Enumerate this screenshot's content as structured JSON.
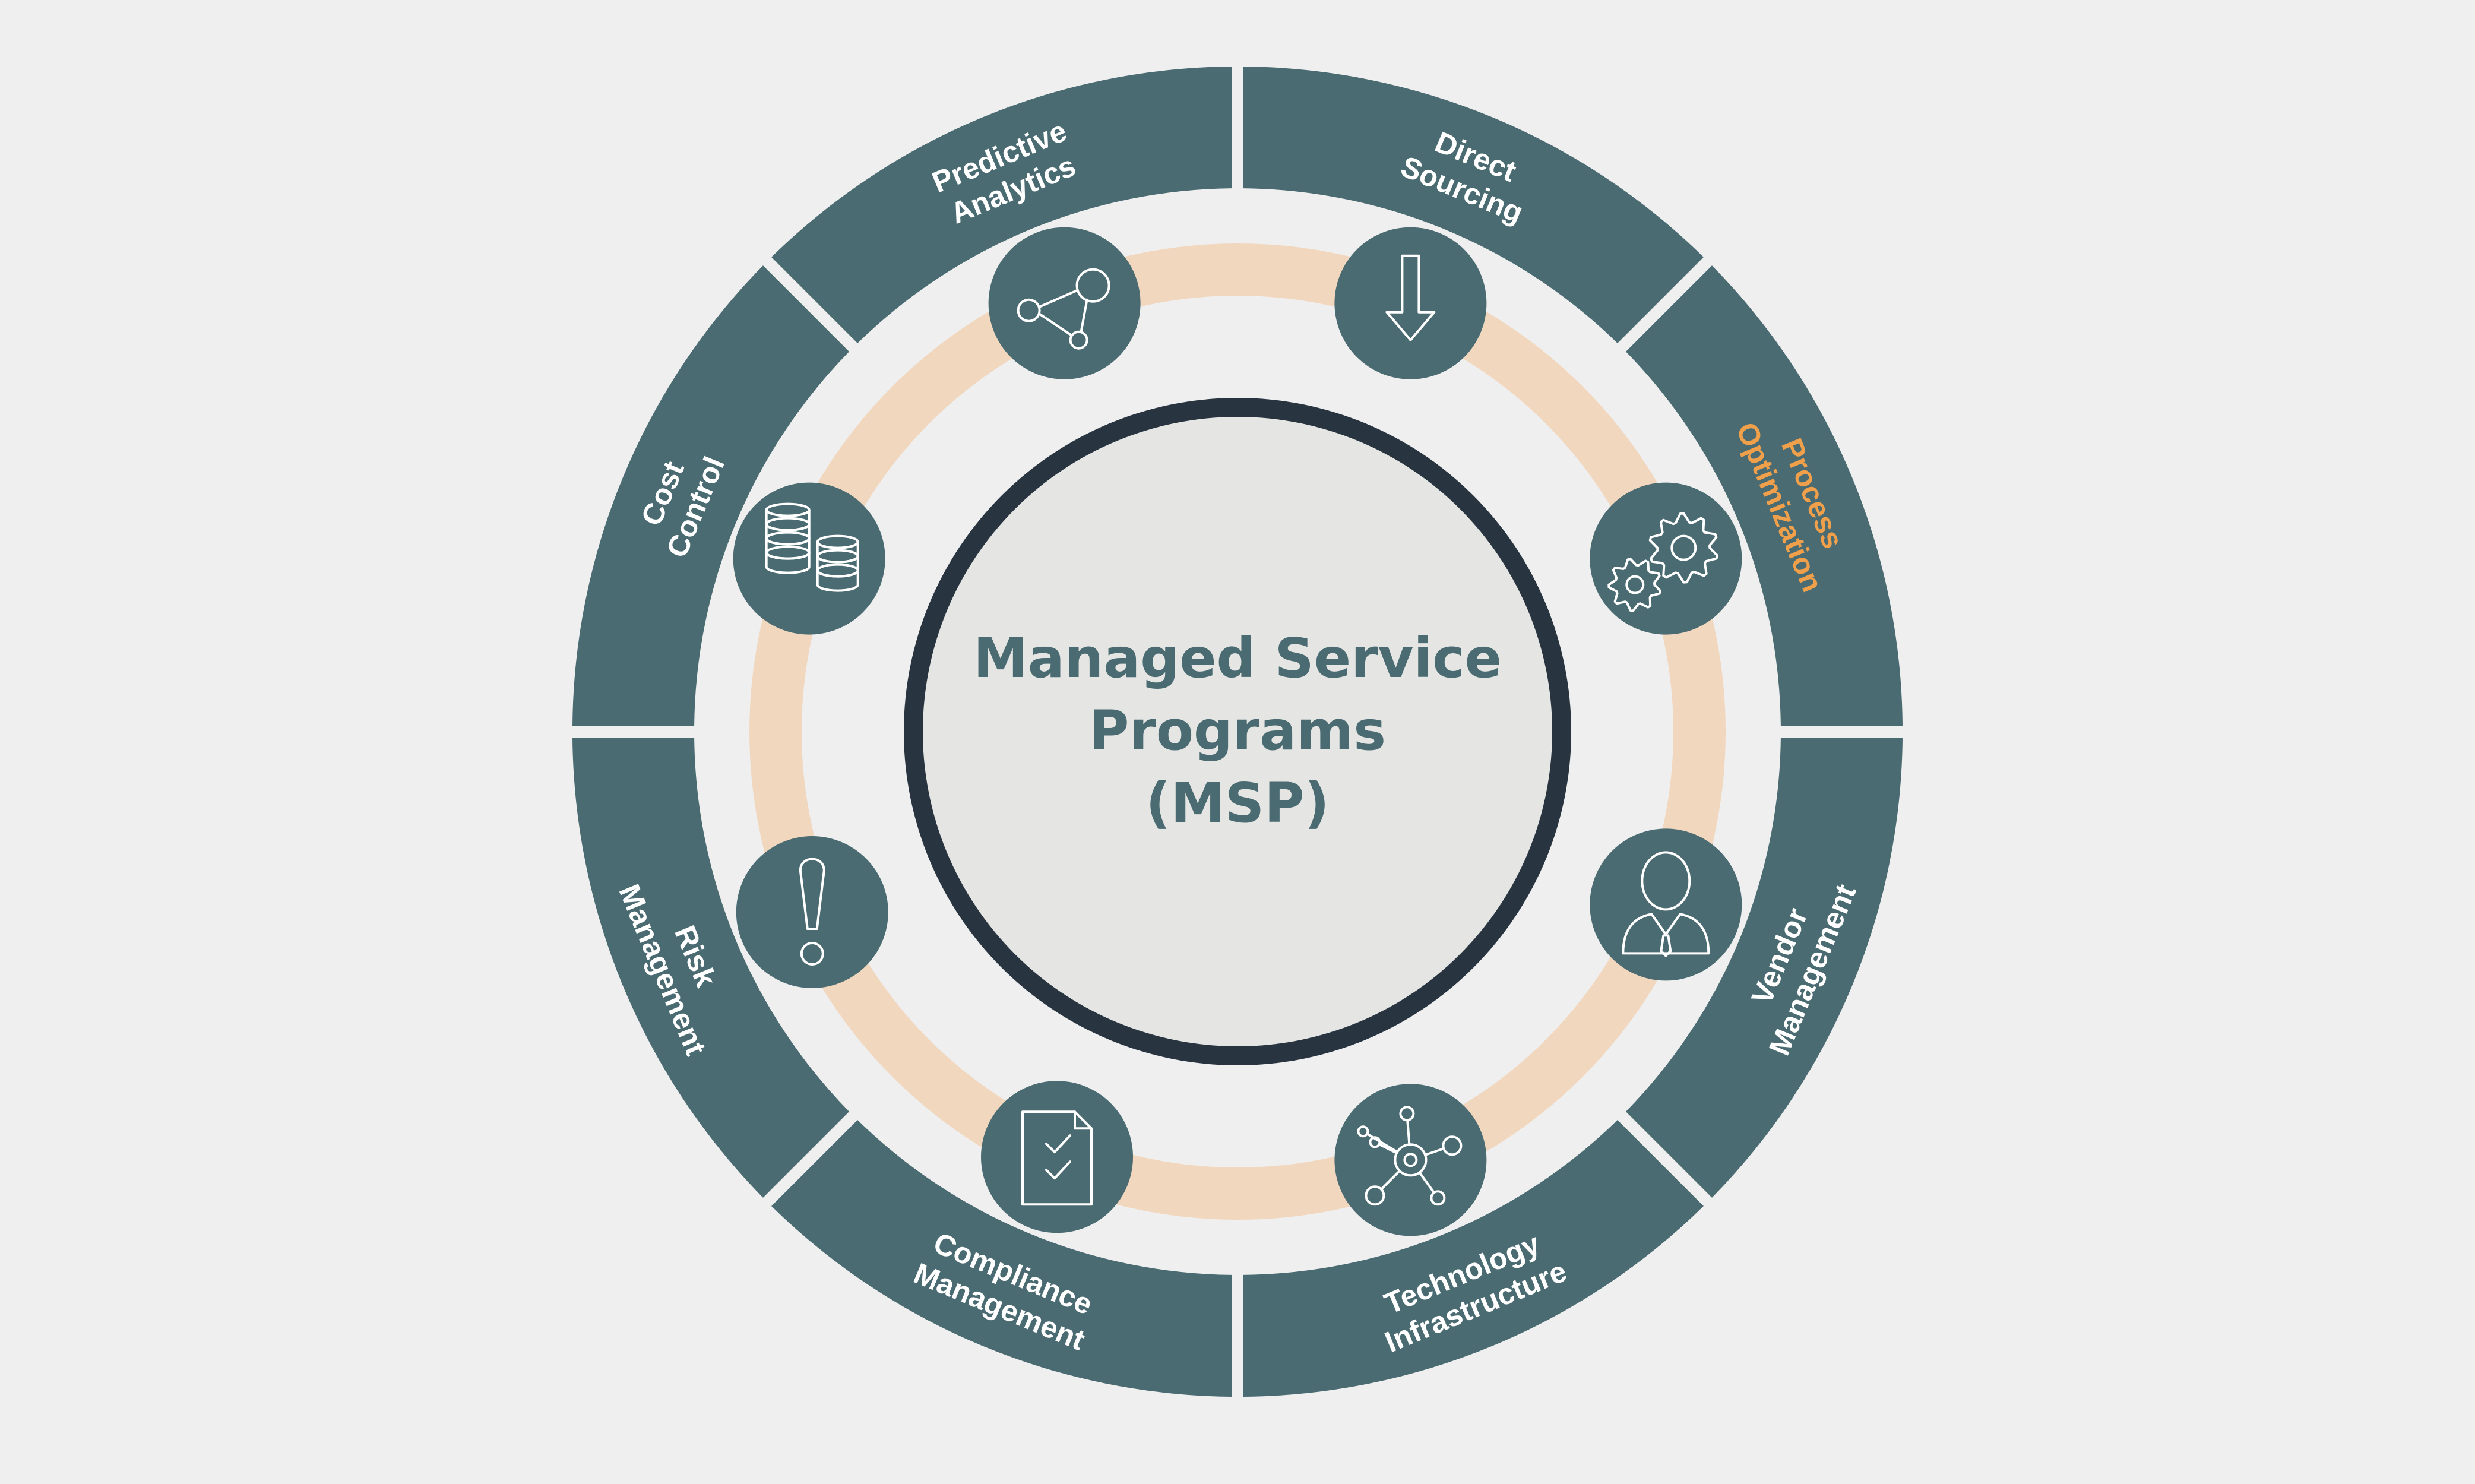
{
  "center": {
    "lines": [
      "Managed Service",
      "Programs",
      "(MSP)"
    ]
  },
  "segments": [
    {
      "id": "direct-sourcing",
      "lines": [
        "Direct",
        "Sourcing"
      ],
      "icon": "arrow-down-icon",
      "highlight": false
    },
    {
      "id": "process-optimization",
      "lines": [
        "Process",
        "Optimization"
      ],
      "icon": "gears-icon",
      "highlight": true
    },
    {
      "id": "vendor-management",
      "lines": [
        "Vendor",
        "Management"
      ],
      "icon": "person-icon",
      "highlight": false
    },
    {
      "id": "technology-infrastructure",
      "lines": [
        "Technology",
        "Infrastructure"
      ],
      "icon": "network-hub-icon",
      "highlight": false
    },
    {
      "id": "compliance-management",
      "lines": [
        "Compliance",
        "Management"
      ],
      "icon": "checklist-document-icon",
      "highlight": false
    },
    {
      "id": "risk-management",
      "lines": [
        "Risk",
        "Management"
      ],
      "icon": "exclamation-icon",
      "highlight": false
    },
    {
      "id": "cost-control",
      "lines": [
        "Cost",
        "Control"
      ],
      "icon": "coin-stacks-icon",
      "highlight": false
    },
    {
      "id": "predictive-analytics",
      "lines": [
        "Predictive",
        "Analytics"
      ],
      "icon": "share-nodes-icon",
      "highlight": false
    }
  ],
  "colors": {
    "background": "#efefef",
    "segment": "#4a6b71",
    "label": "#ffffff",
    "highlight_label": "#f0a04b",
    "peach_ring": "#f2d7bf",
    "center_ring": "#283541",
    "center_fill": "#e5e5e3",
    "center_text": "#4a6b71"
  }
}
